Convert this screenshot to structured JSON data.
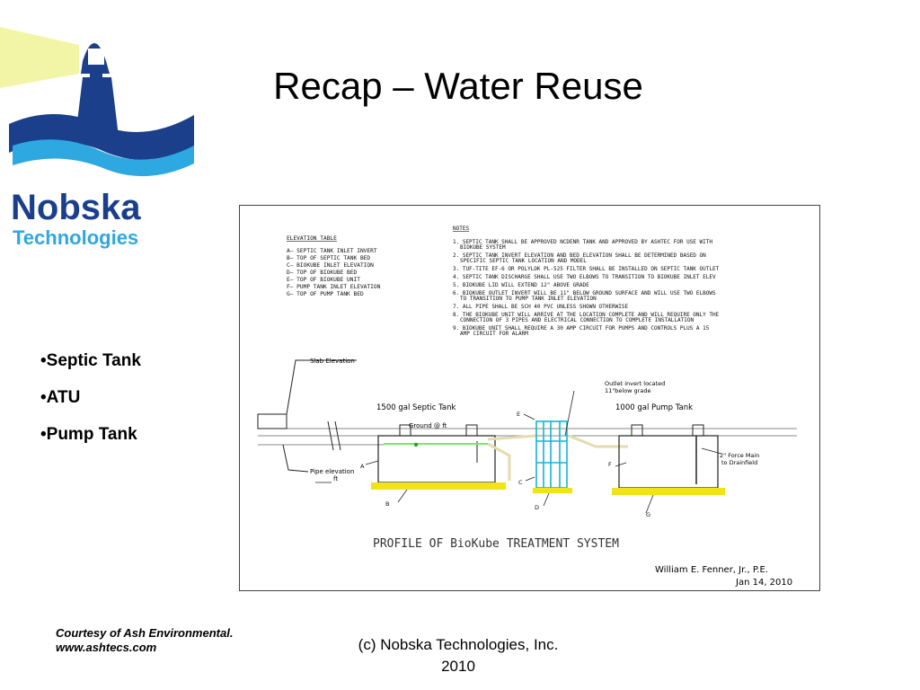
{
  "slide": {
    "title": "Recap – Water Reuse",
    "bullets": [
      "Septic Tank",
      "ATU",
      "Pump Tank"
    ],
    "footer": {
      "credit_line1": "Courtesy of Ash Environmental.",
      "credit_line2": "www.ashtecs.com",
      "copyright_line1": "(c) Nobska Technologies, Inc.",
      "copyright_line2": "2010"
    }
  },
  "logo": {
    "word1": "Nobska",
    "word2": "Technologies",
    "colors": {
      "navy": "#1b3f8b",
      "cyan": "#2ea8e0",
      "light_beam": "#f3f5a6"
    }
  },
  "drawing": {
    "elevation_table": {
      "heading": "ELEVATION TABLE",
      "rows": [
        "A— SEPTIC TANK INLET INVERT",
        "B— TOP OF SEPTIC TANK BED",
        "C— BIOKUBE INLET ELEVATION",
        "D— TOP OF BIOKUBE BED",
        "E— TOP OF BIOKUBE UNIT",
        "F— PUMP TANK INLET ELEVATION",
        "G— TOP OF PUMP TANK BED"
      ]
    },
    "notes": {
      "heading": "NOTES",
      "lines": [
        "1. SEPTIC TANK SHALL BE APPROVED NCDENR TANK AND APPROVED BY ASHTEC FOR USE WITH",
        "BIOKUBE SYSTEM",
        "2. SEPTIC TANK INVERT ELEVATION AND BED ELEVATION SHALL BE DETERMINED BASED ON",
        "SPECIFIC SEPTIC TANK LOCATION AND MODEL",
        "3. TUF-TITE EF-6 OR POLYLOK PL-525 FILTER SHALL BE INSTALLED ON SEPTIC TANK OUTLET",
        "4. SEPTIC TANK DISCHARGE SHALL USE TWO ELBOWS TO TRANSITION TO BIOKUBE INLET ELEV",
        "5. BIOKUBE LID WILL EXTEND 12\" ABOVE GRADE",
        "6. BIOKUBE OUTLET INVERT WILL BE 11\" BELOW GROUND SURFACE AND WILL USE TWO ELBOWS",
        "TO TRANSITION TO PUMP TANK INLET ELEVATION",
        "7. ALL PIPE SHALL BE SCH 40 PVC UNLESS SHOWN OTHERWISE",
        "8. THE BIOKUBE UNIT WILL ARRIVE AT THE LOCATION COMPLETE AND WILL REQUIRE ONLY THE",
        "CONNECTION OF 3 PIPES AND ELECTRICAL CONNECTION TO COMPLETE INSTALLATION",
        "9. BIOKUBE UNIT SHALL REQUIRE A 30 AMP CIRCUIT FOR PUMPS AND CONTROLS PLUS A 15",
        "AMP CIRCUIT FOR ALARM"
      ]
    },
    "labels": {
      "slab_elevation": "Slab Elevation",
      "septic_tank": "1500 gal Septic Tank",
      "ground": "Ground @    ft",
      "outlet_line1": "Outlet invert located",
      "outlet_line2": "11\"below grade",
      "pump_tank": "1000 gal Pump Tank",
      "force_main_line1": "2\" Force Main",
      "force_main_line2": "to Drainfield",
      "pipe_elevation": "Pipe elevation",
      "pipe_elevation_unit": "ft",
      "marker_a": "A",
      "marker_b": "B",
      "marker_c": "C",
      "marker_d": "D",
      "marker_e": "E",
      "marker_f": "F",
      "marker_g": "G",
      "profile_title": "PROFILE OF BioKube TREATMENT SYSTEM",
      "engineer": "William E. Fenner, Jr., P.E.",
      "date": "Jan 14, 2010"
    },
    "colors": {
      "green_pipe": "#7de36a",
      "yellow_bed": "#f2e21a",
      "cyan_unit": "#12b4d8",
      "line": "#222222",
      "tan_pipe": "#e3dcae"
    }
  }
}
